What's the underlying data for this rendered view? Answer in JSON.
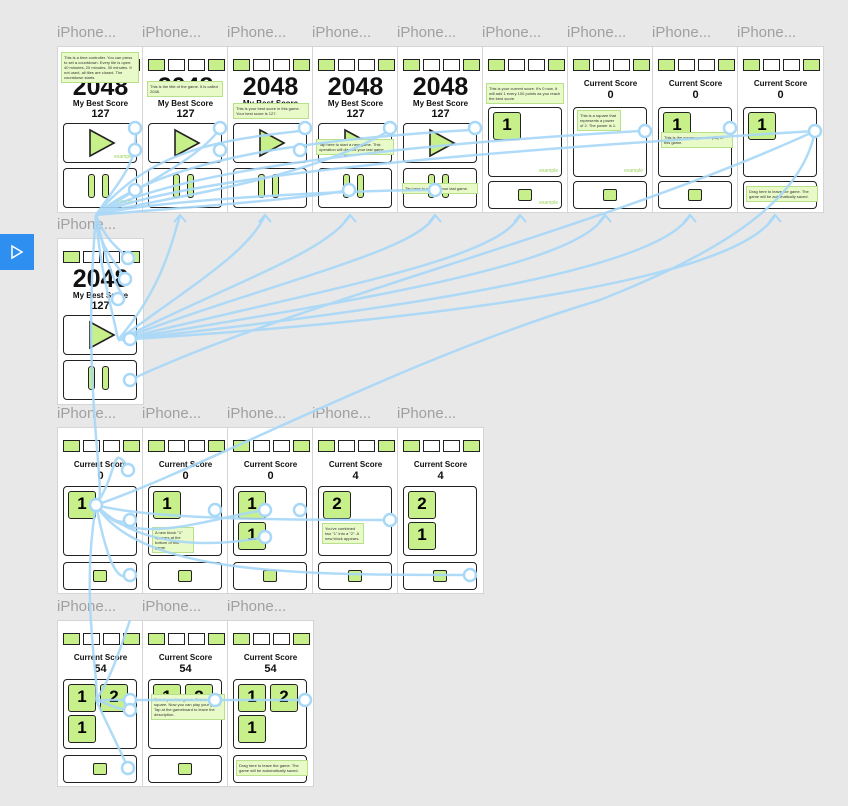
{
  "frame_label": "iPhone...",
  "title_2048": "2048",
  "best_label": "My Best Score",
  "best_value": "127",
  "current_label": "Current Score",
  "score_0": "0",
  "score_4": "4",
  "score_54": "54",
  "tile_1": "1",
  "tile_2": "2",
  "tag": "example",
  "notes": {
    "n1": "This is a time controller. You can press to set a countdown. Every tile is open: 40 minutes, 20 minutes, 30 minutes. If not used, all tiles are closed. The countdown starts.",
    "n2": "This is the title of the game. It is called 2048.",
    "n3": "This is your best score in this game. Your best score is 127.",
    "n4": "Tap here to start a new game. This operation will discard your last game.",
    "n5": "Tap here to resume your last game.",
    "n6": "This is your current score. It's 0 now. It will add 1 every 100 points as you reach the best score.",
    "n7": "This is a square that represents a power of 2. The power is 1.",
    "n8": "This is the square you can play in this game.",
    "n9": "Drag here to leave the game. The game will be automatically saved.",
    "n10": "A new block \"1\" appears at the bottom of this game.",
    "n11": "You've combined two \"1\" into a \"2\". A new block appears.",
    "n12": "This is your last game. This is the square. Now you can play your game. Tap at the gameboard to leave the description.",
    "n13": "Drag here to leave the game. The game will be automatically saved."
  },
  "colors": {
    "accent": "#c8f08a",
    "link": "#a8d8f8",
    "play": "#2f8ff0"
  },
  "icons": {
    "play": "play-triangle-icon"
  }
}
